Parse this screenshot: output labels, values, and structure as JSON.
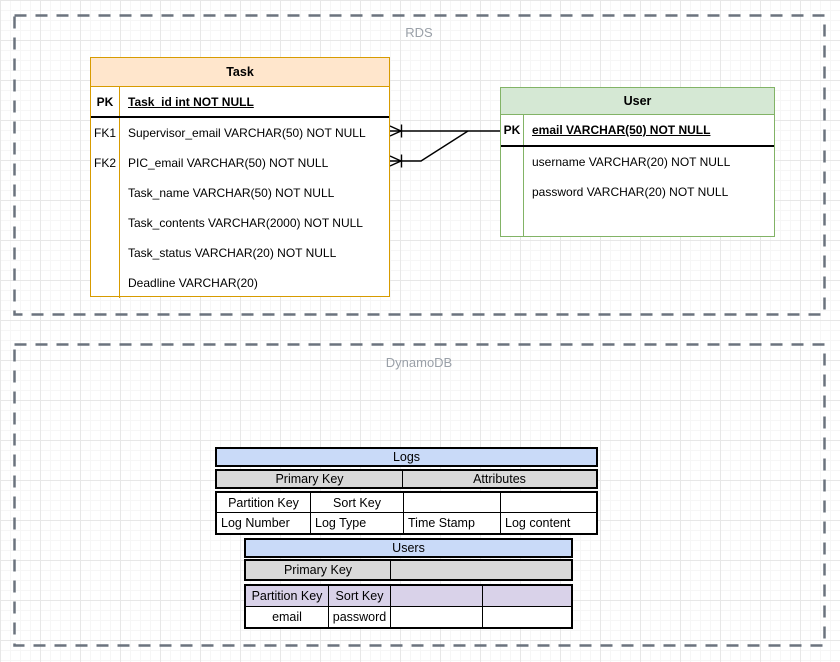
{
  "containers": {
    "rds": {
      "label": "RDS"
    },
    "dynamodb": {
      "label": "DynamoDB"
    }
  },
  "er": {
    "task": {
      "title": "Task",
      "pk": {
        "key": "PK",
        "field": "Task_id int NOT NULL"
      },
      "rows": [
        {
          "key": "FK1",
          "field": "Supervisor_email VARCHAR(50) NOT NULL"
        },
        {
          "key": "FK2",
          "field": "PIC_email VARCHAR(50) NOT NULL"
        },
        {
          "key": "",
          "field": "Task_name VARCHAR(50) NOT NULL"
        },
        {
          "key": "",
          "field": "Task_contents VARCHAR(2000) NOT NULL"
        },
        {
          "key": "",
          "field": "Task_status VARCHAR(20) NOT NULL"
        },
        {
          "key": "",
          "field": "Deadline VARCHAR(20)"
        }
      ],
      "colors": {
        "header_bg": "#FFE6CC",
        "border": "#D79B00"
      }
    },
    "user": {
      "title": "User",
      "pk": {
        "key": "PK",
        "field": "email VARCHAR(50) NOT NULL"
      },
      "rows": [
        {
          "key": "",
          "field": "username VARCHAR(20) NOT NULL"
        },
        {
          "key": "",
          "field": "password VARCHAR(20) NOT NULL"
        }
      ],
      "colors": {
        "header_bg": "#D5E8D4",
        "border": "#82B366"
      }
    },
    "relationships": [
      {
        "from": "Task.FK1 Supervisor_email",
        "to": "User.PK email",
        "end_symbol": "crow-foot-one"
      },
      {
        "from": "Task.FK2 PIC_email",
        "to": "User.PK email",
        "end_symbol": "crow-foot-one"
      }
    ]
  },
  "dynamo": {
    "logs": {
      "title": "Logs",
      "header": [
        "Primary Key",
        "Attributes"
      ],
      "key_row": [
        "Partition Key",
        "Sort Key",
        "",
        ""
      ],
      "value_row": [
        "Log Number",
        "Log Type",
        "Time Stamp",
        "Log content"
      ],
      "colors": {
        "title_bg": "#C9DAF8",
        "header_bg": "#D9D9D9"
      }
    },
    "users": {
      "title": "Users",
      "header": [
        "Primary Key",
        ""
      ],
      "key_row": [
        "Partition Key",
        "Sort Key",
        "",
        ""
      ],
      "value_row": [
        "email",
        "password",
        "",
        ""
      ],
      "colors": {
        "title_bg": "#C9DAF8",
        "header_bg": "#D9D9D9",
        "key_bg": "#D9D2E9"
      }
    }
  }
}
